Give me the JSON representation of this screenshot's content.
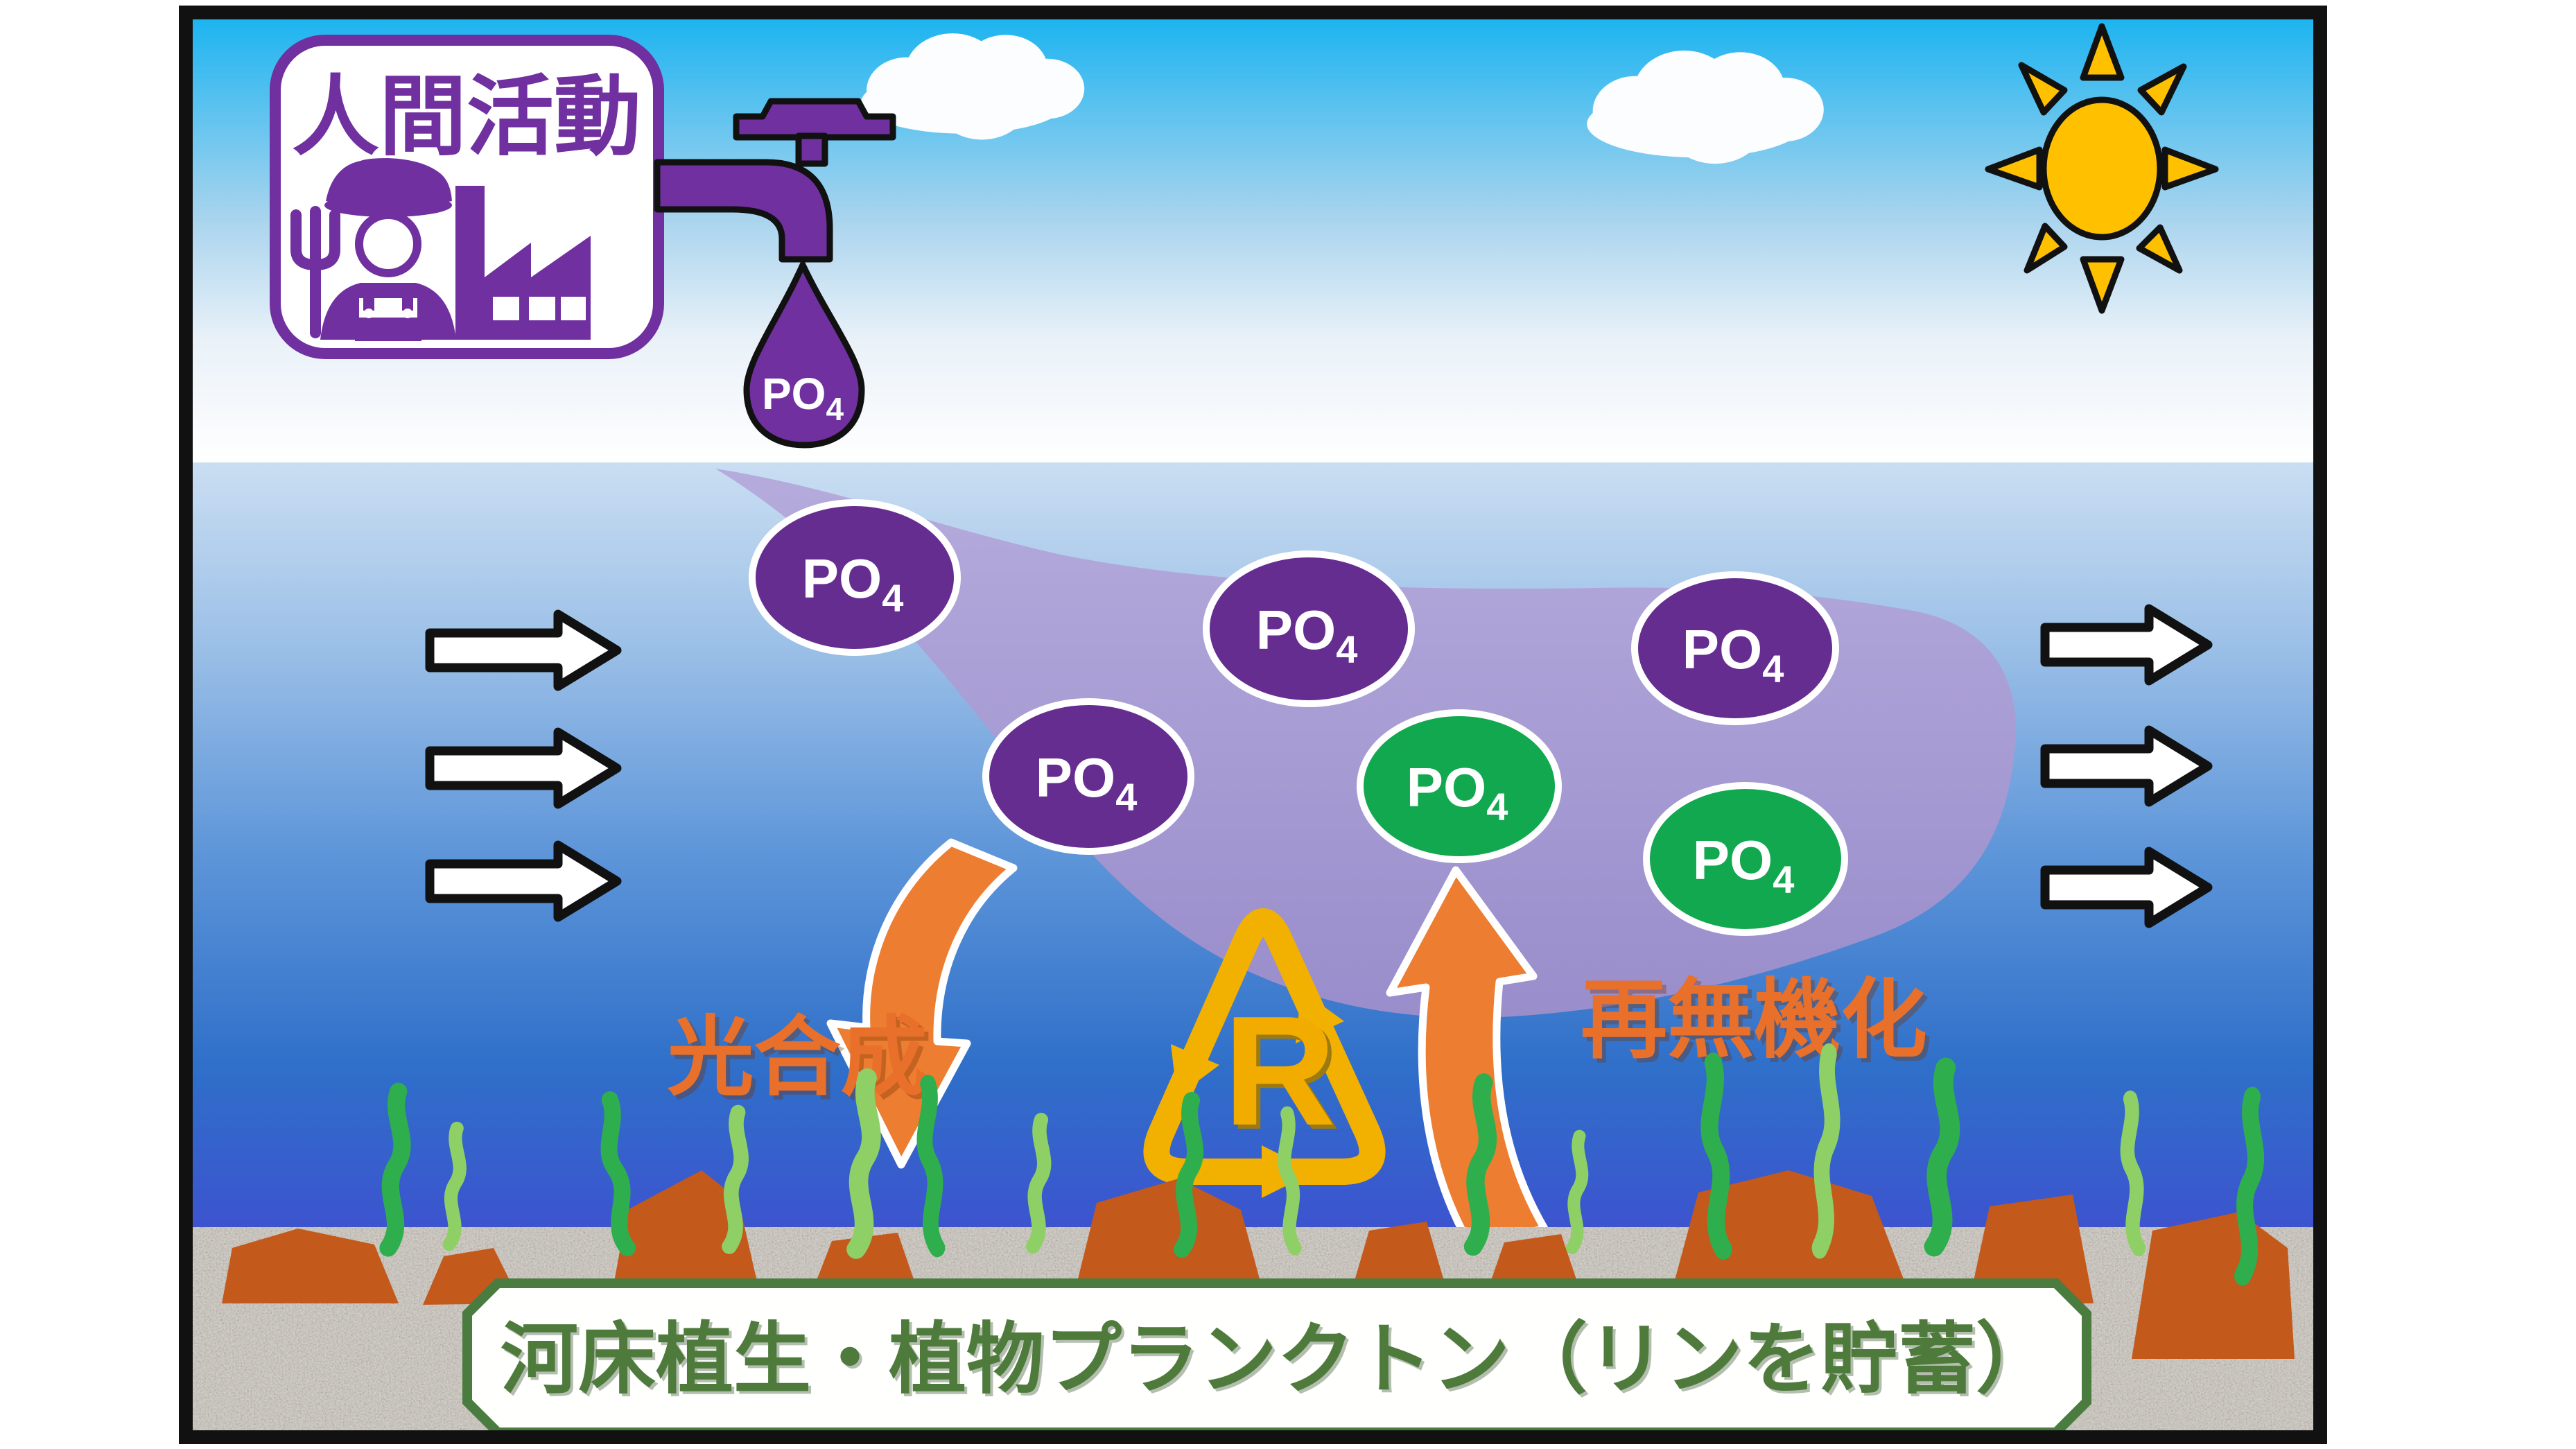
{
  "human_activity": {
    "title": "人間活動"
  },
  "molecule": {
    "symbol": "PO",
    "subscript": "4"
  },
  "process_labels": {
    "photosynthesis": "光合成",
    "remineralization": "再無機化",
    "recycle_letter": "R"
  },
  "banner": {
    "text": "河床植生・植物プランクトン（リンを貯蓄）"
  },
  "molecules": [
    {
      "id": "droplet",
      "color": "#7030a0"
    },
    {
      "id": "p1",
      "color": "#662d91"
    },
    {
      "id": "p2",
      "color": "#662d91"
    },
    {
      "id": "p3",
      "color": "#662d91"
    },
    {
      "id": "p4",
      "color": "#662d91"
    },
    {
      "id": "g1",
      "color": "#12a850"
    },
    {
      "id": "g2",
      "color": "#12a850"
    }
  ],
  "flow_arrows": {
    "left_count": 3,
    "right_count": 3
  },
  "icons": {
    "sun": "sun-icon",
    "cloud": "cloud-icon",
    "faucet": "faucet-icon",
    "droplet": "droplet-icon",
    "farmer": "farmer-icon",
    "factory": "factory-icon",
    "recycle": "recycle-icon",
    "flow_arrow": "flow-arrow-icon"
  },
  "colors": {
    "purple": "#7030a0",
    "molecule_purple": "#662d91",
    "molecule_green": "#12a850",
    "plume": "#a89dd4",
    "orange_arrow": "#ed7d31",
    "orange_label": "#e8702a",
    "recycle_yellow": "#f2b000",
    "banner_green": "#4a7c3f",
    "banner_text_green": "#4e7b3c",
    "sky_top": "#1db4f0",
    "water_top": "#cadef2",
    "water_deep": "#3d52cf",
    "rock": "#c4591c",
    "algae_dark": "#2fae4e",
    "algae_light": "#8ed066",
    "sun_yellow": "#ffc000"
  }
}
